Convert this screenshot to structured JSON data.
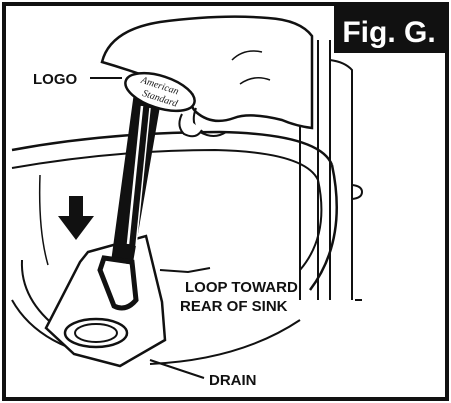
{
  "figure": {
    "title": "Fig. G."
  },
  "labels": {
    "logo": "LOGO",
    "loop_line1": "LOOP TOWARD",
    "loop_line2": "REAR OF SINK",
    "drain": "DRAIN"
  },
  "logo_badge": {
    "line1": "American",
    "line2": "Standard"
  },
  "colors": {
    "ink": "#111111",
    "paper": "#ffffff",
    "title_bg": "#111111"
  }
}
